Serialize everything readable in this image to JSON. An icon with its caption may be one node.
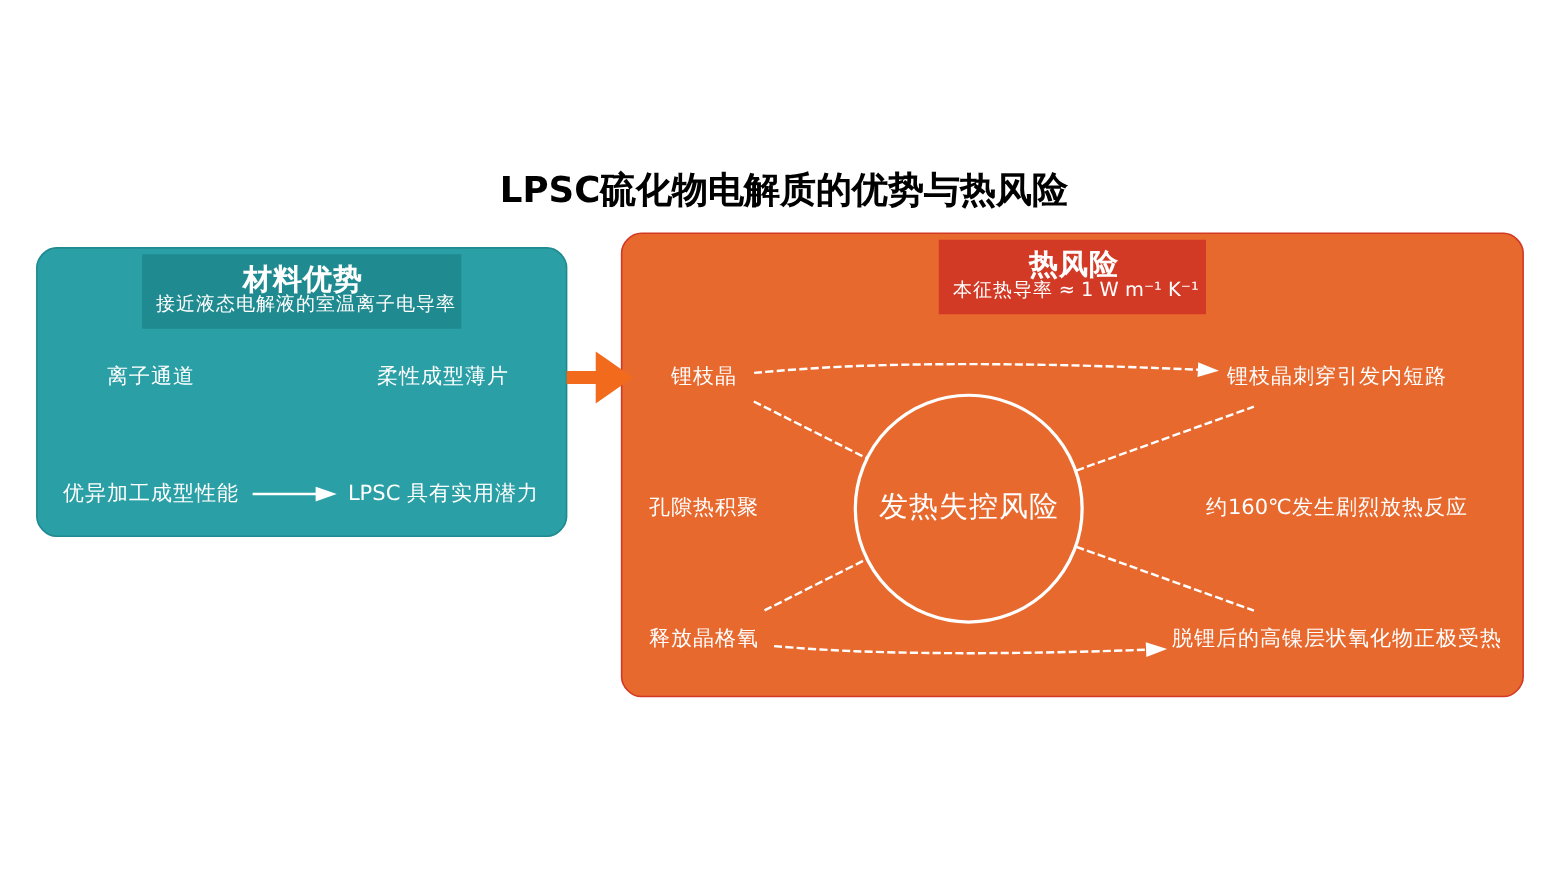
{
  "diagram": {
    "title": "LPSC硫化物电解质的优势与热风险",
    "nodes": [
      {
        "text": [
          "材料优势",
          "接近液态电解液的室温离子电导率"
        ]
      },
      {
        "text": [
          "离子通道"
        ],
        "in": 0
      },
      {
        "text": [
          "柔性成型薄片"
        ],
        "in": 0
      },
      {
        "text": [
          "优异加工成型性能"
        ],
        "in": 0
      },
      {
        "text": [
          "LPSC 具有实用潜力"
        ],
        "in": 0
      },
      {
        "text": [
          "热风险",
          "本征热导率 ≈ 1 W m⁻¹ K⁻¹"
        ]
      },
      {
        "text": [
          "锂枝晶"
        ],
        "in": 5
      },
      {
        "text": [
          "锂枝晶刺穿引发内短路"
        ],
        "in": 5
      },
      {
        "text": [
          "发热失控风险"
        ],
        "in": 5
      },
      {
        "text": [
          "孔隙热积聚"
        ],
        "in": 5
      },
      {
        "text": [
          "约160℃发生剧烈放热反应"
        ],
        "in": 5
      },
      {
        "text": [
          "释放晶格氧"
        ],
        "in": 5
      },
      {
        "text": [
          "脱锂后的高镍层状氧化物正极受热"
        ],
        "in": 5
      }
    ],
    "edges": [
      {
        "from": 3,
        "to": 4,
        "arrow": "to"
      },
      {
        "from": 0,
        "to": 5,
        "arrow": "to",
        "style": "thick",
        "color": "#f26b1d"
      },
      {
        "from": 6,
        "to": 7,
        "arrow": "to",
        "style": "dashed"
      },
      {
        "from": 6,
        "to": 8,
        "arrow": "none",
        "style": "dashed"
      },
      {
        "from": 8,
        "to": 7,
        "arrow": "none",
        "style": "dashed"
      },
      {
        "from": 11,
        "to": 8,
        "arrow": "none",
        "style": "dashed"
      },
      {
        "from": 8,
        "to": 12,
        "arrow": "none",
        "style": "dashed"
      },
      {
        "from": 11,
        "to": 12,
        "arrow": "to",
        "style": "dashed"
      }
    ]
  }
}
